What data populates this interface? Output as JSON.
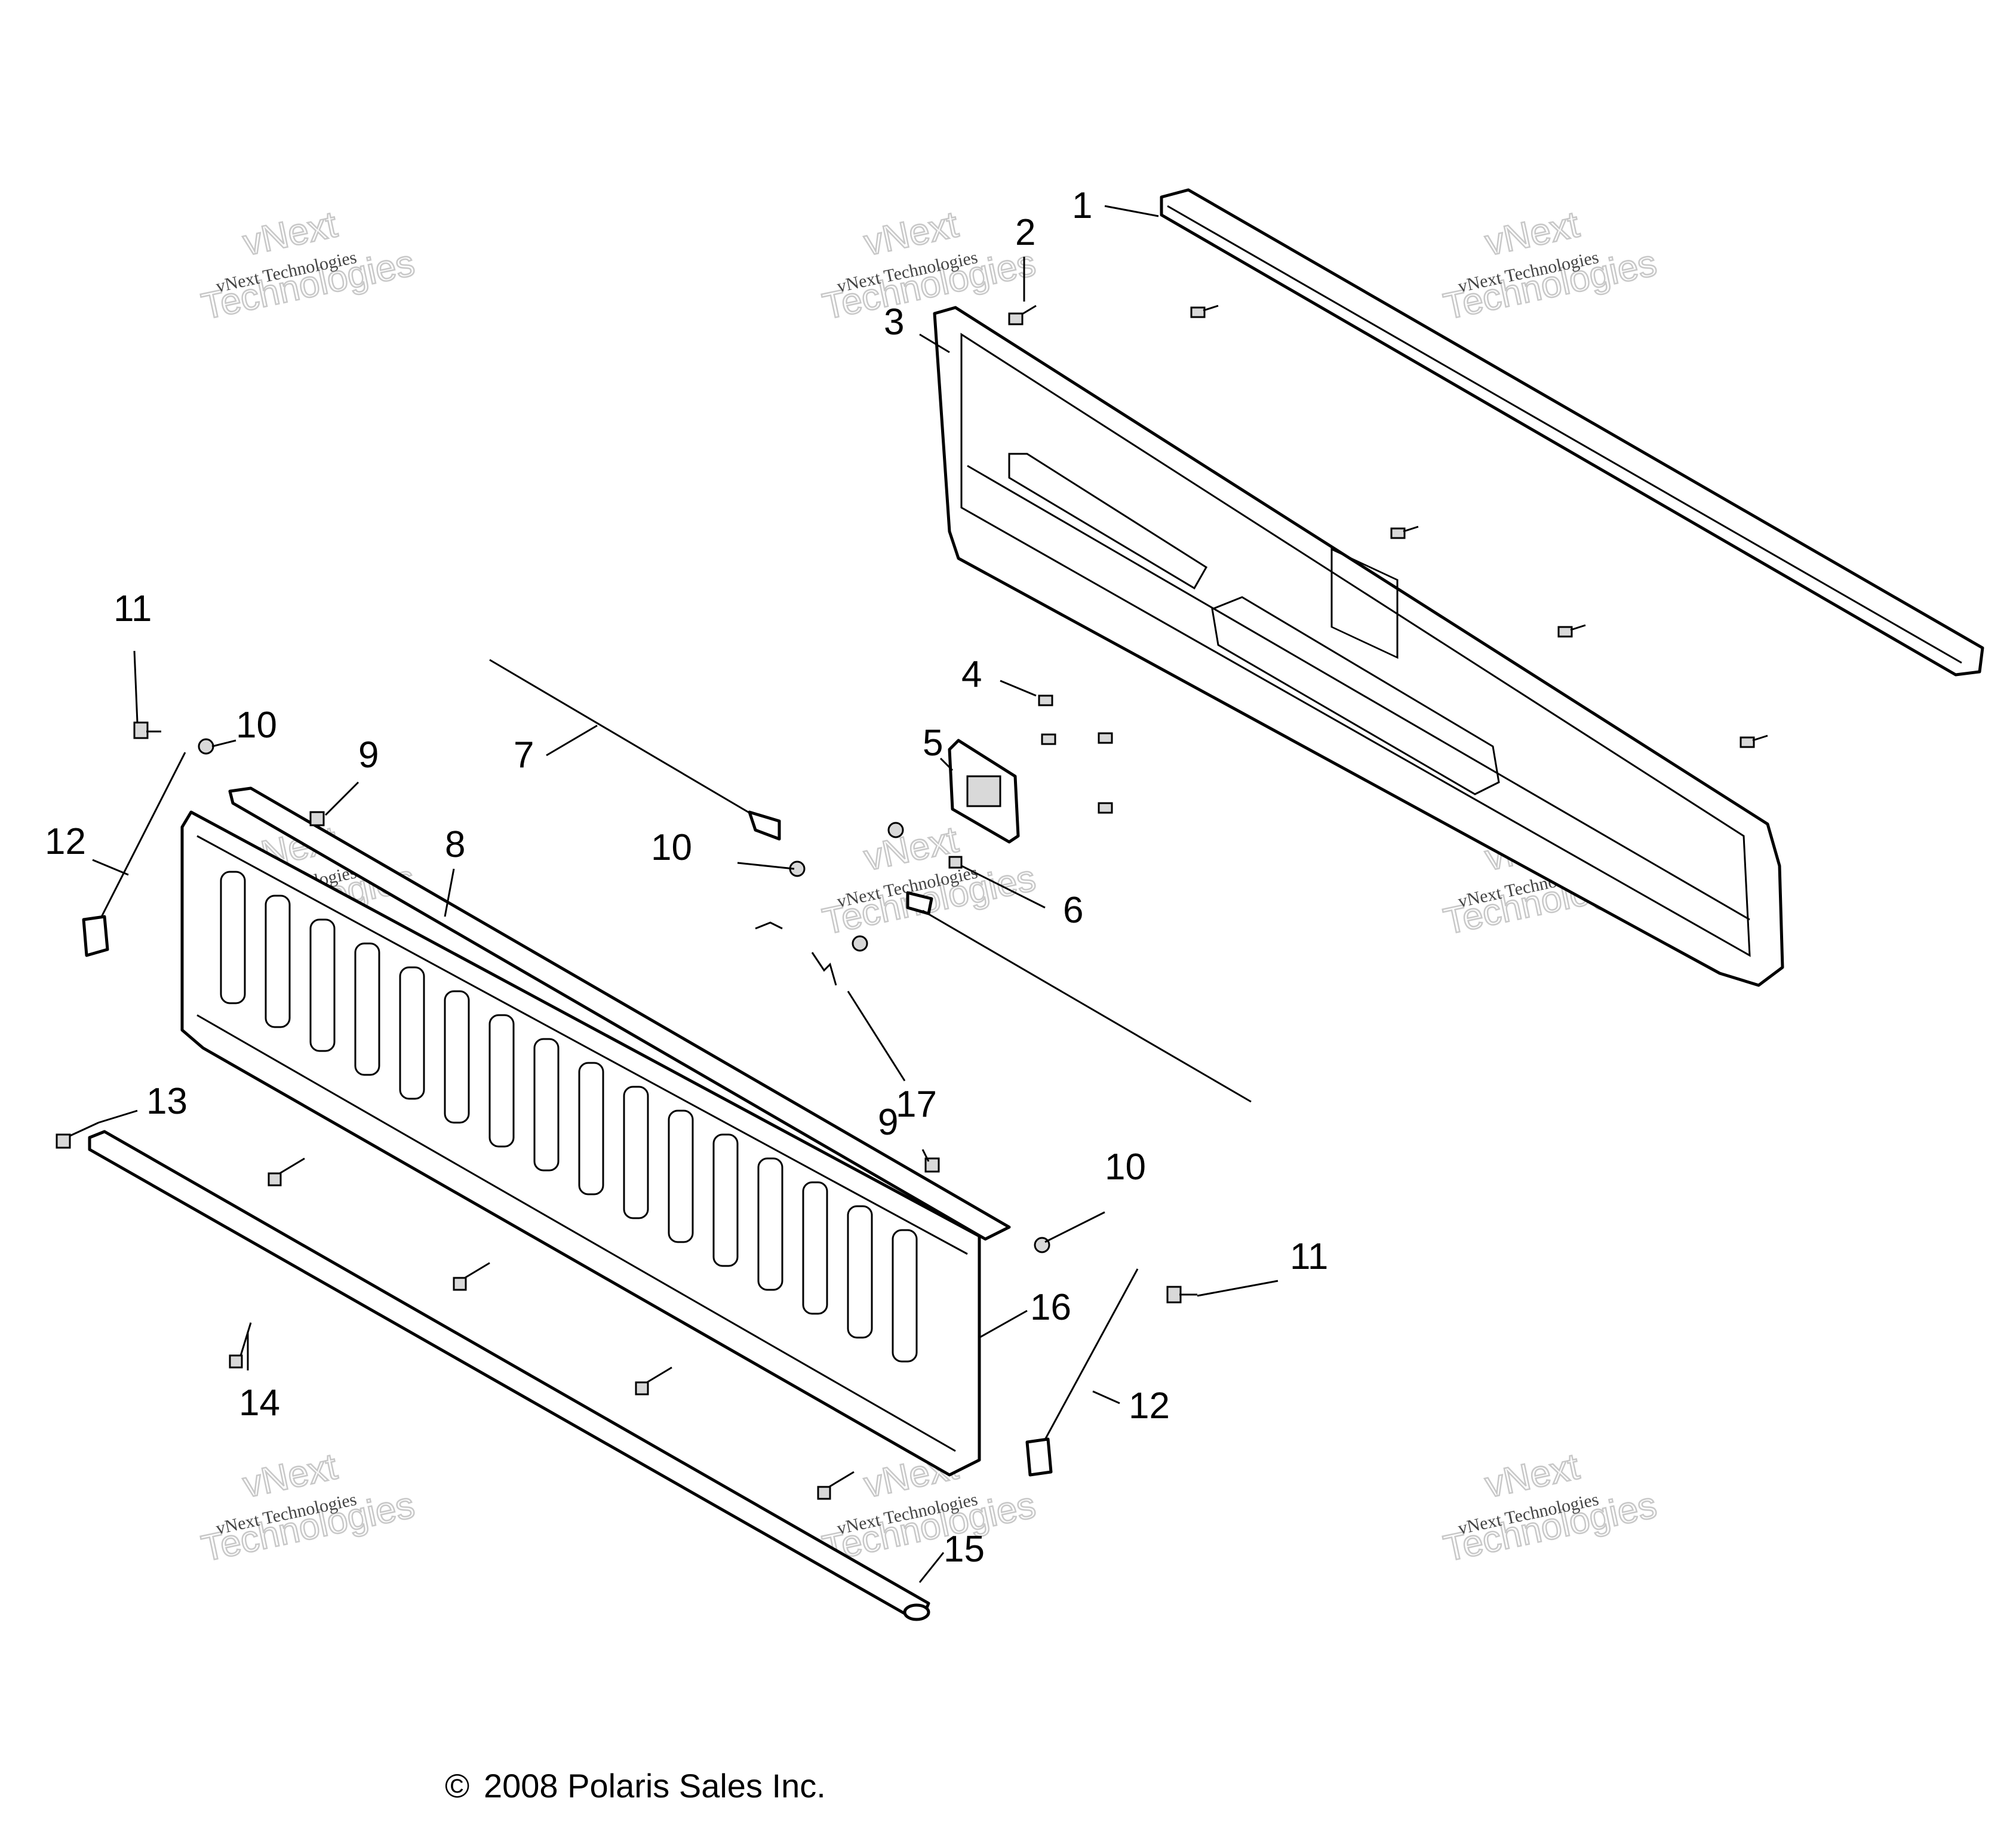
{
  "watermark": {
    "line1": "vNext Technologies",
    "line2": "vNext",
    "line3": "Technologies"
  },
  "callouts": [
    "1",
    "2",
    "3",
    "4",
    "5",
    "6",
    "7",
    "8",
    "9",
    "10",
    "11",
    "12",
    "13",
    "14",
    "15",
    "16",
    "17"
  ],
  "copyright": "2008 Polaris Sales Inc.",
  "copyright_symbol": "©"
}
